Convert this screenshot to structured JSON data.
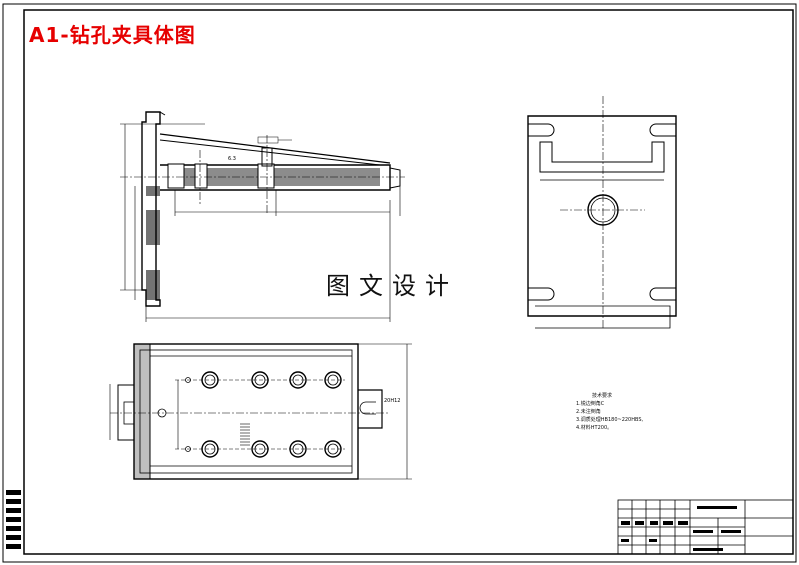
{
  "drawing_title": "A1-钻孔夹具体图",
  "watermark": "图文设计",
  "tech_notes": {
    "title": "技术要求",
    "items": [
      "1.锐边倒角C",
      "2.未注倒角",
      "3.调质处理HB180~220HBS,",
      "4.材料HT200。"
    ]
  },
  "dims": {
    "roughness_top": "6.3",
    "top_view_slot": "20H12"
  },
  "colors": {
    "title_red": "#e60000",
    "line": "#000000",
    "dim_line": "#333333"
  }
}
